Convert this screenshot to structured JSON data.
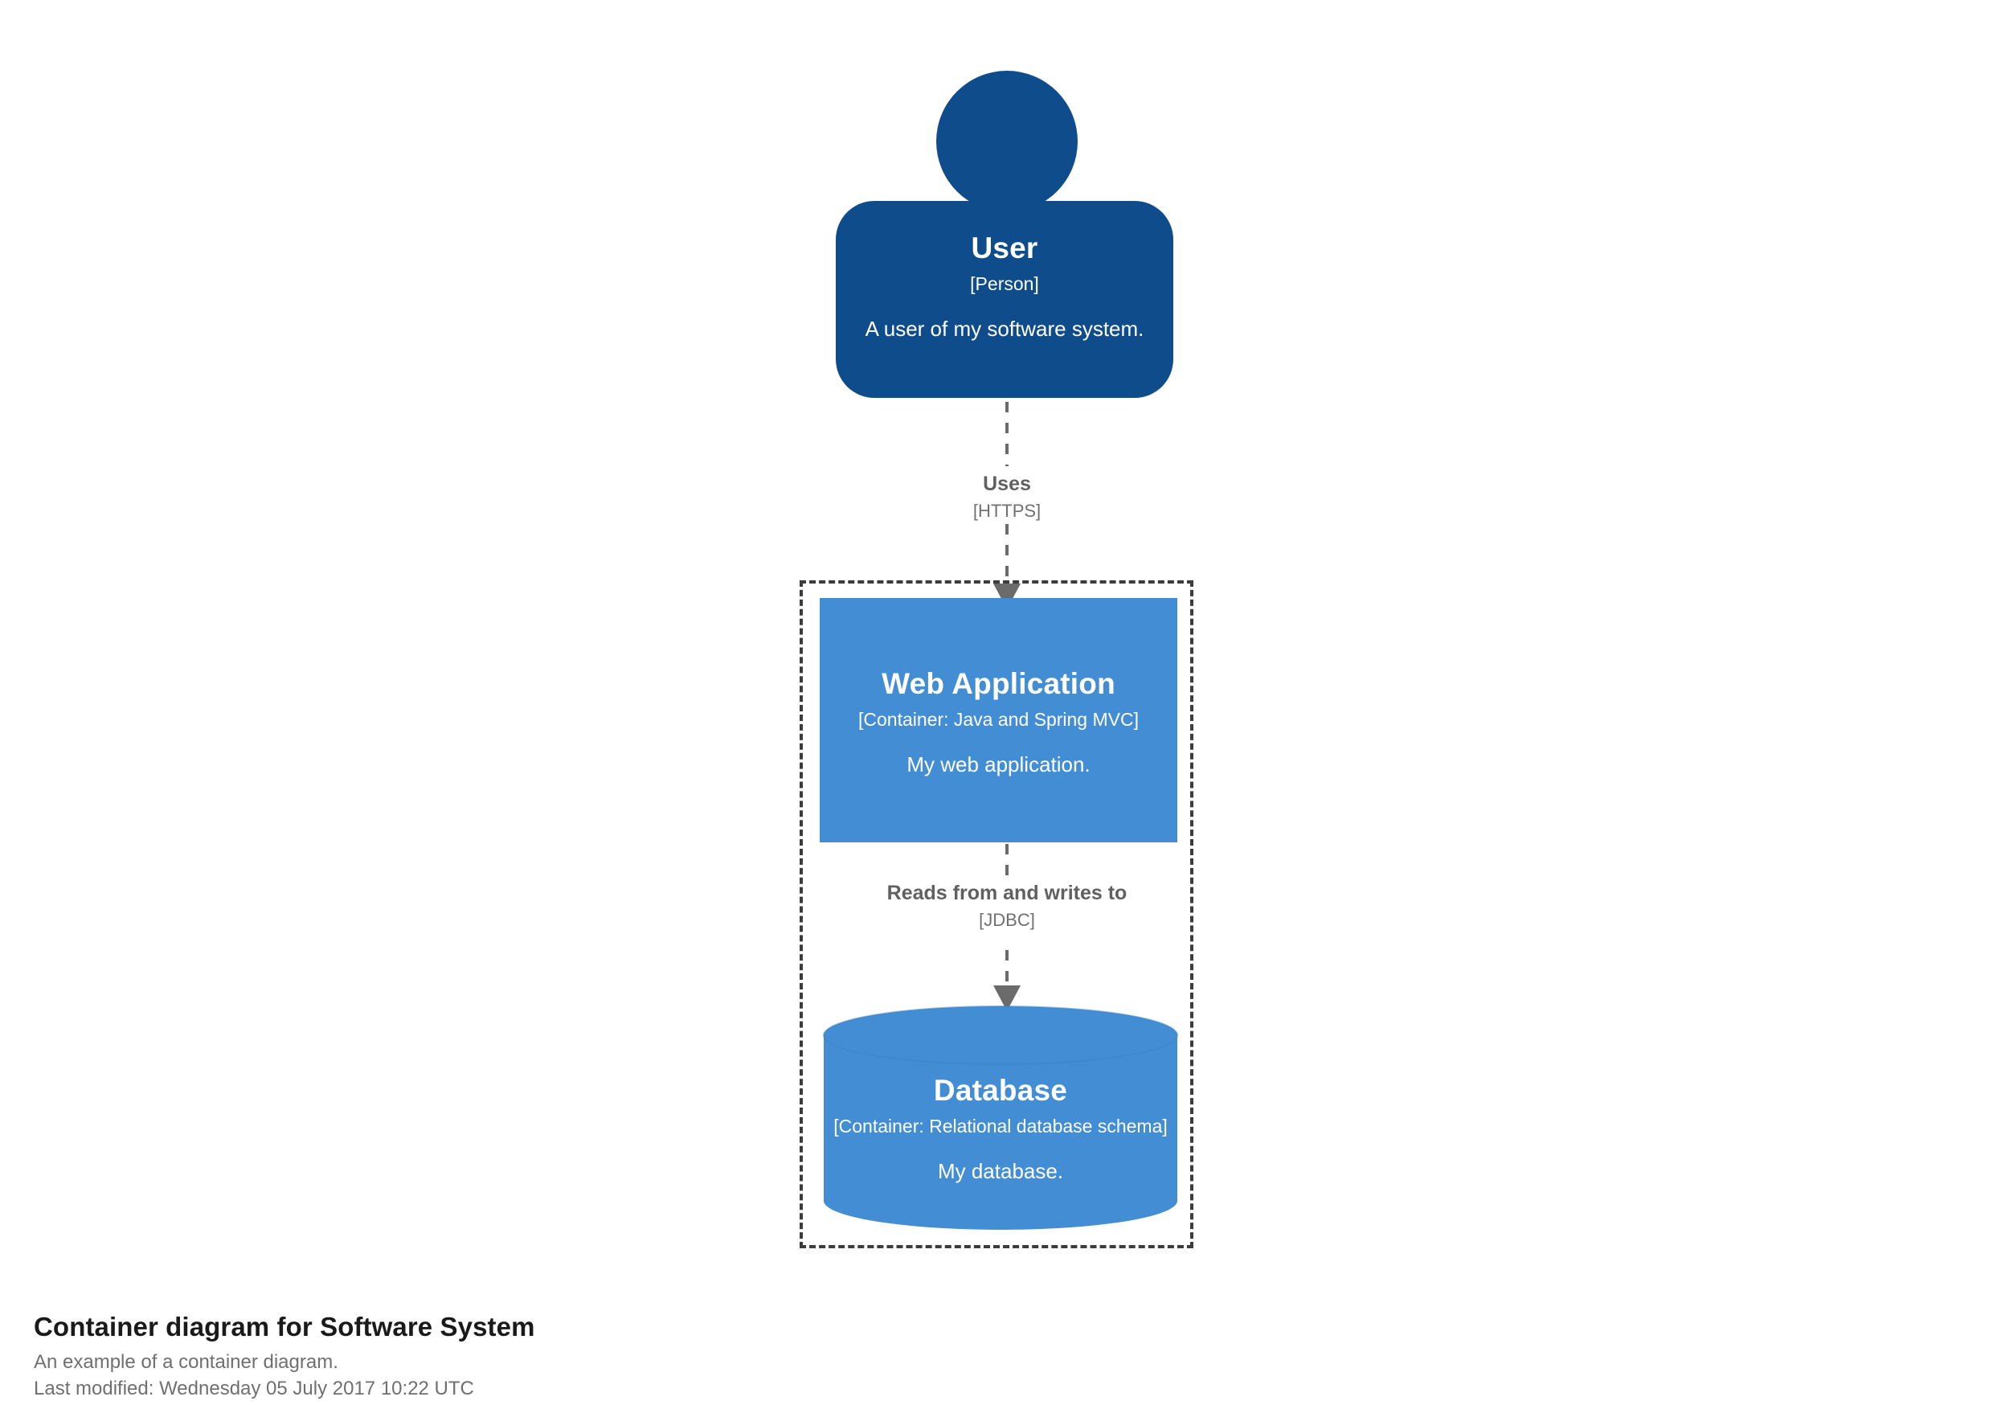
{
  "diagram": {
    "type": "C4 Container diagram",
    "background_color": "#ffffff",
    "person_color": "#0F4C8C",
    "container_color": "#438DD5",
    "boundary_color": "#3c3c3c",
    "relationship_color": "#606060"
  },
  "elements": {
    "user": {
      "name": "User",
      "tech": "[Person]",
      "description": "A user of my software system."
    },
    "web_application": {
      "name": "Web Application",
      "tech": "[Container: Java and Spring MVC]",
      "description": "My web application."
    },
    "database": {
      "name": "Database",
      "tech": "[Container: Relational database schema]",
      "description": "My database."
    }
  },
  "relationships": {
    "uses": {
      "description": "Uses",
      "tech": "[HTTPS]"
    },
    "reads_writes": {
      "description": "Reads from and writes to",
      "tech": "[JDBC]"
    }
  },
  "caption": {
    "title": "Container diagram for Software System",
    "description": "An example of a container diagram.",
    "last_modified": "Last modified: Wednesday 05 July 2017 10:22 UTC"
  }
}
